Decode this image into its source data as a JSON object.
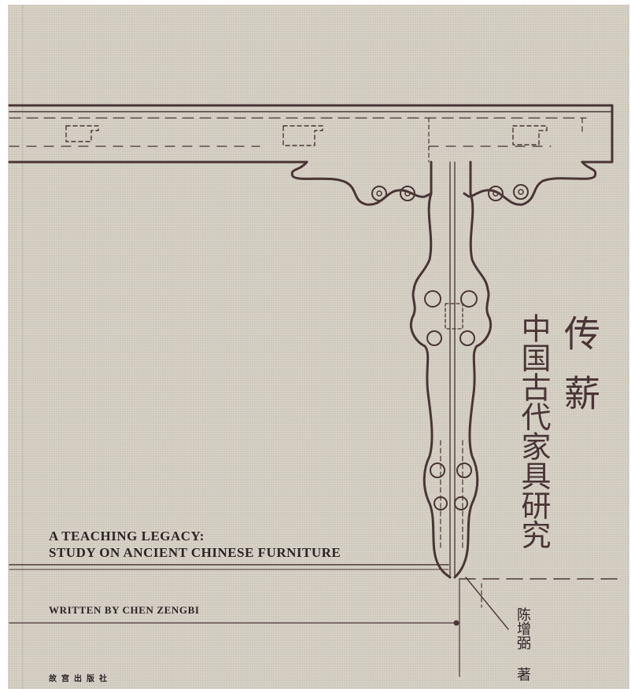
{
  "colors": {
    "cloth": "#d7d1c5",
    "ink": "#4a3535",
    "text": "#2b2424"
  },
  "title_cn": {
    "line1": "传薪",
    "line2": "中国古代家具研究"
  },
  "title_en": {
    "line1": "A TEACHING LEGACY:",
    "line2": "STUDY ON ANCIENT CHINESE FURNITURE"
  },
  "author_en": "WRITTEN BY CHEN ZENGBI",
  "author_cn": "陈增弼",
  "author_mark": "著",
  "publisher": "故宫出版社",
  "illustration": "table-leg-elevation-drawing"
}
